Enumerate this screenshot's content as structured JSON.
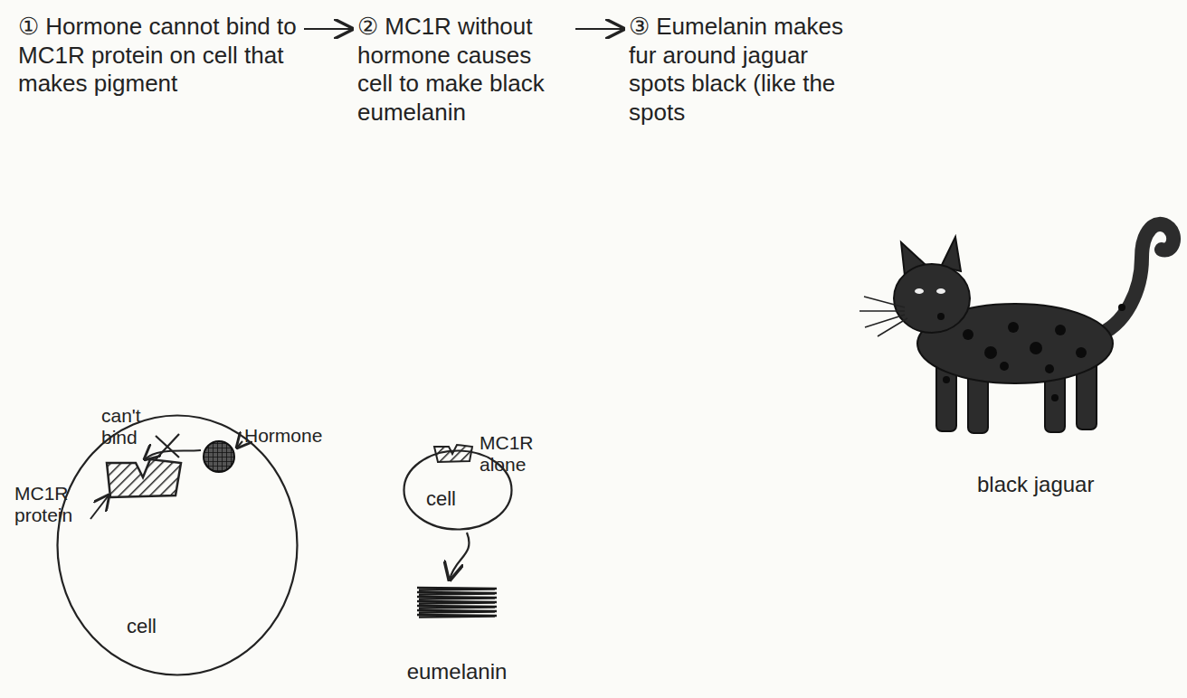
{
  "diagram": {
    "nodes": [
      {
        "text": [
          "① Hormone cannot bind to MC1R protein on cell that makes pigment"
        ]
      },
      {
        "text": [
          "② MC1R without hormone causes cell to make black eumelanin"
        ]
      },
      {
        "text": [
          "③ Eumelanin makes fur around jaguar spots black (like the spots"
        ]
      },
      {
        "text": [
          "cell"
        ]
      },
      {
        "text": [
          "cell"
        ]
      },
      {
        "text": [
          "eumelanin"
        ]
      }
    ],
    "edges": [
      {
        "from": 0,
        "to": 1,
        "arrow": "to"
      },
      {
        "from": 1,
        "to": 2,
        "arrow": "to"
      },
      {
        "from": 4,
        "to": 5,
        "arrow": "to"
      }
    ],
    "labels": [
      "can't bind",
      "Hormone",
      "MC1R protein",
      "MC1R alone",
      "black jaguar"
    ]
  }
}
